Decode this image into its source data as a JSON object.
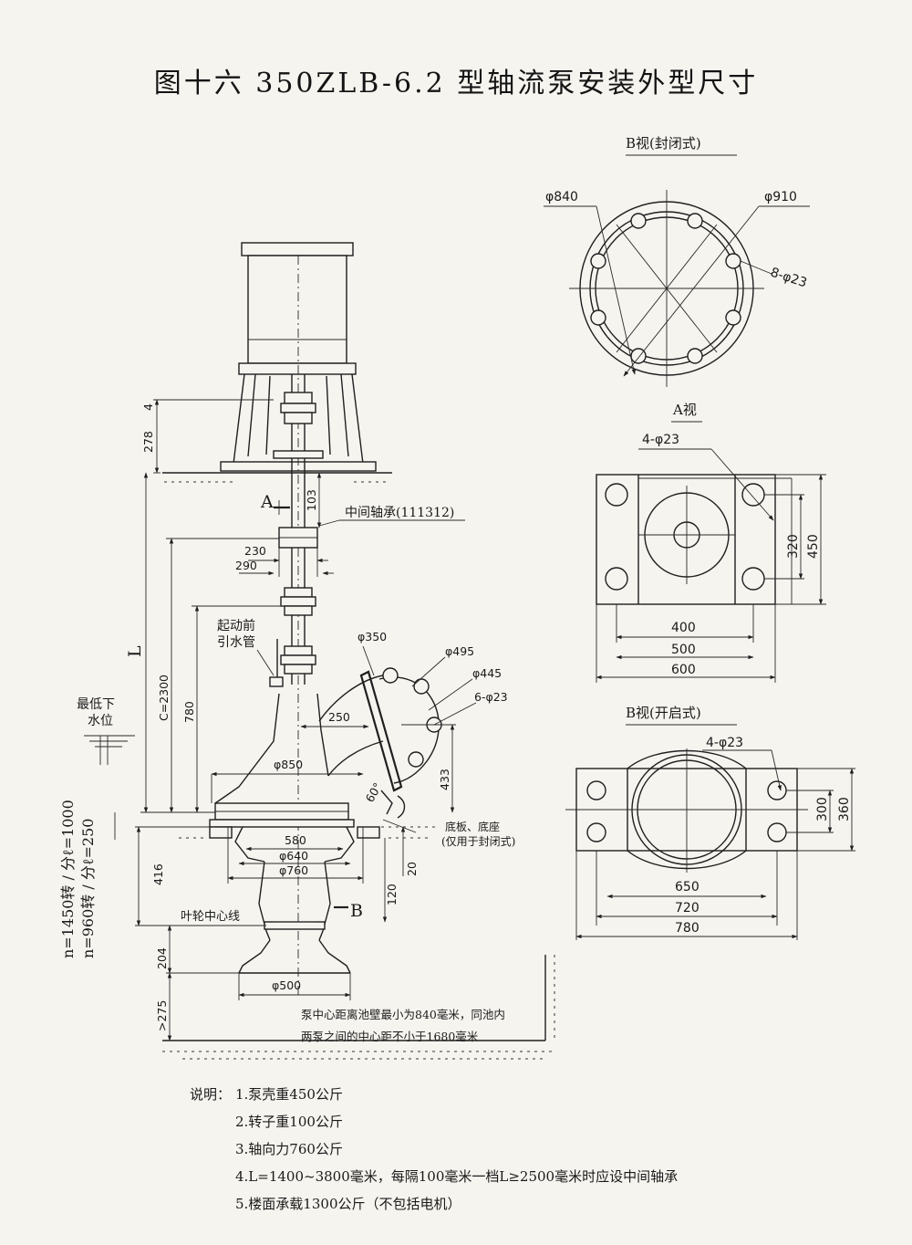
{
  "title": "图十六 350ZLB-6.2 型轴流泵安装外型尺寸",
  "side_view": {
    "dims": {
      "d278": "278",
      "d4": "4",
      "dA": "A",
      "d103": "103",
      "bearing": "中间轴承(111312)",
      "d230": "230",
      "d290": "290",
      "L": "L",
      "C": "C=2300",
      "d780": "780",
      "pipe_line1": "起动前",
      "pipe_line2": "引水管",
      "d350": "φ350",
      "d495": "φ495",
      "d445": "φ445",
      "d6_23": "6-φ23",
      "d250": "250",
      "d850": "φ850",
      "d433": "433",
      "d60": "60°",
      "base_line1": "底板、底座",
      "base_line2": "(仅用于封闭式)",
      "d580": "580",
      "d640": "φ640",
      "d760": "φ760",
      "d20": "20",
      "d416": "416",
      "d120": "120",
      "dB": "B",
      "impeller": "叶轮中心线",
      "d204": "204",
      "d500": "φ500",
      "d275": ">275",
      "water_line1": "最低下",
      "water_line2": "水位",
      "speed1": "n=1450转 / 分ℓ=1000",
      "speed2": "n=960转 / 分ℓ=250",
      "wall_line1": "泵中心距离池壁最小为840毫米，同池内",
      "wall_line2": "两泵之间的中心距不小于1680毫米"
    }
  },
  "view_b_closed": {
    "label": "B视(封闭式)",
    "d840": "φ840",
    "d910": "φ910",
    "holes": "8-φ23"
  },
  "view_a": {
    "label": "A视",
    "holes": "4-φ23",
    "d320": "320",
    "d450": "450",
    "d400": "400",
    "d500": "500",
    "d600": "600"
  },
  "view_b_open": {
    "label": "B视(开启式)",
    "holes": "4-φ23",
    "d300": "300",
    "d360": "360",
    "d650": "650",
    "d720": "720",
    "d780": "780"
  },
  "notes": {
    "heading": "说明：",
    "items": [
      "1.泵壳重450公斤",
      "2.转子重100公斤",
      "3.轴向力760公斤",
      "4.L=1400~3800毫米，每隔100毫米一档L≥2500毫米时应设中间轴承",
      "5.楼面承载1300公斤（不包括电机）"
    ]
  }
}
